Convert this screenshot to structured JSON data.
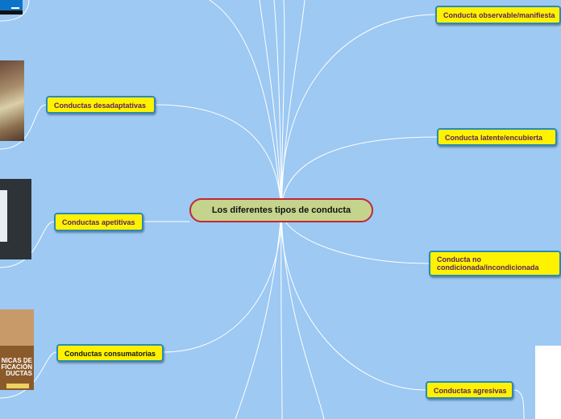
{
  "map": {
    "central_topic": "Los diferentes tipos de conducta",
    "branches_left": [
      "Conductas desadaptativas",
      "Conductas apetitivas",
      "Conductas consumatorias"
    ],
    "branches_right": [
      "Conducta observable/manifiesta",
      "Conducta latente/encubierta",
      "Conducta no condicionada/incondicionada",
      "Conductas agresivas"
    ],
    "thumbnail_text": "NICAS DE FICACIÓN DUCTAS"
  },
  "colors": {
    "background": "#9dc9f3",
    "topic_fill": "#fff200",
    "topic_border": "#2a8ab8",
    "topic_text": "#5a1f5e",
    "central_fill": "#c4d48c",
    "central_border": "#c2273a",
    "connector": "#ffffff"
  }
}
